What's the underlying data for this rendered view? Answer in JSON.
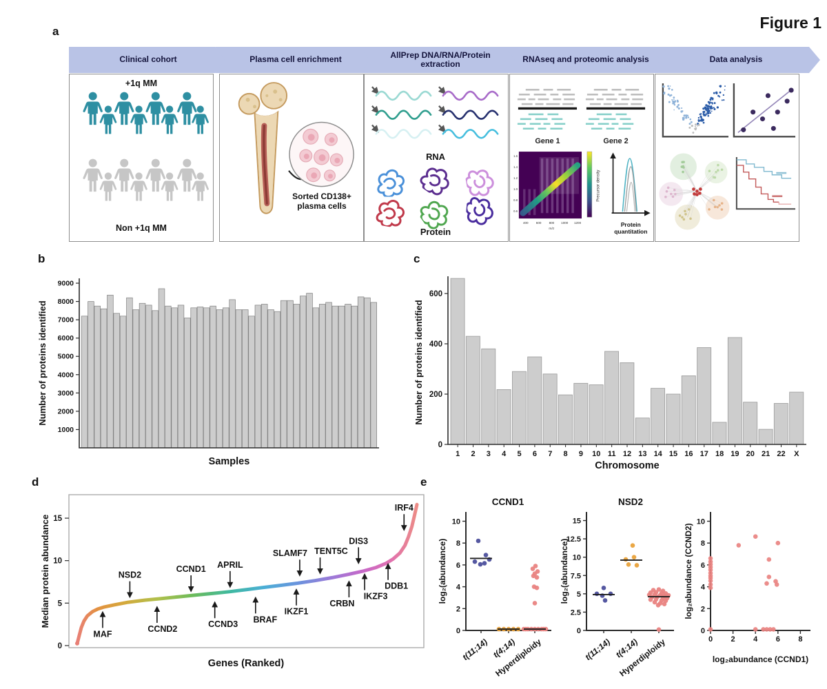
{
  "figure_label": "Figure 1",
  "panel_letters": {
    "a": "a",
    "b": "b",
    "c": "c",
    "d": "d",
    "e": "e"
  },
  "colors": {
    "header_bg": "#b9c3e6",
    "header_text": "#14143c",
    "cohort_teal": "#2e8fa2",
    "cohort_gray": "#c6c6c6",
    "bar_fill": "#cdcdcd",
    "bar_stroke": "#7f7f7f",
    "axis": "#2b2b2b",
    "strip_blue": "#4c4f9c",
    "strip_orange": "#e9a23b",
    "strip_salmon": "#e98381"
  },
  "workflow": {
    "steps": [
      {
        "label": "Clinical cohort"
      },
      {
        "label": "Plasma cell enrichment"
      },
      {
        "label": "AllPrep DNA/RNA/Protein extraction"
      },
      {
        "label": "RNAseq and proteomic analysis"
      },
      {
        "label": "Data analysis"
      }
    ],
    "cohort": {
      "group1_label": "+1q MM",
      "group2_label": "Non +1q MM"
    },
    "enrichment": {
      "caption": "Sorted CD138+ plasma cells"
    },
    "extraction": {
      "rna_label": "RNA",
      "protein_label": "Protein"
    },
    "rnaseq": {
      "gene1_label": "Gene 1",
      "gene2_label": "Gene 2",
      "heatmap_xticks": [
        "400",
        "600",
        "800",
        "1000",
        "1200"
      ],
      "heatmap_yticks": [
        "1.6",
        "1.4",
        "1.2",
        "1.0",
        "0.8",
        "0.6"
      ],
      "heatmap_xlabel": "m/z",
      "density_ylabel": "Precursor density",
      "density_xlabel": "Protein quantitation"
    }
  },
  "chart_data": [
    {
      "id": "panel_b",
      "type": "bar",
      "xlabel": "Samples",
      "ylabel": "Number of proteins identified",
      "yticks": [
        1000,
        2000,
        3000,
        4000,
        5000,
        6000,
        7000,
        8000,
        9000
      ],
      "ylim": [
        0,
        9400
      ],
      "values": [
        7200,
        8000,
        7750,
        7600,
        8350,
        7350,
        7200,
        8200,
        7550,
        7900,
        7800,
        7500,
        8700,
        7750,
        7650,
        7800,
        7100,
        7650,
        7700,
        7650,
        7750,
        7550,
        7650,
        8100,
        7550,
        7550,
        7200,
        7800,
        7850,
        7550,
        7450,
        8050,
        8050,
        7850,
        8300,
        8450,
        7650,
        7850,
        7950,
        7750,
        7750,
        7850,
        7750,
        8250,
        8200,
        7950
      ]
    },
    {
      "id": "panel_c",
      "type": "bar",
      "xlabel": "Chromosome",
      "ylabel": "Number of proteins identified",
      "yticks": [
        0,
        200,
        400,
        600
      ],
      "ylim": [
        0,
        680
      ],
      "categories": [
        "1",
        "2",
        "3",
        "4",
        "5",
        "6",
        "7",
        "8",
        "9",
        "10",
        "11",
        "12",
        "13",
        "14",
        "15",
        "16",
        "17",
        "18",
        "19",
        "20",
        "21",
        "22",
        "X"
      ],
      "values": [
        660,
        430,
        380,
        218,
        290,
        348,
        280,
        197,
        243,
        237,
        370,
        325,
        105,
        223,
        200,
        273,
        385,
        88,
        425,
        168,
        60,
        163,
        208
      ]
    },
    {
      "id": "panel_d",
      "type": "line",
      "xlabel": "Genes (Ranked)",
      "ylabel": "Median protein abundance",
      "yticks": [
        0,
        5,
        10,
        15
      ],
      "ylim": [
        0,
        17
      ],
      "curve": [
        [
          0,
          0.25
        ],
        [
          0.006,
          1.2
        ],
        [
          0.012,
          2.1
        ],
        [
          0.02,
          2.9
        ],
        [
          0.03,
          3.5
        ],
        [
          0.045,
          4.0
        ],
        [
          0.06,
          4.3
        ],
        [
          0.08,
          4.55
        ],
        [
          0.11,
          4.8
        ],
        [
          0.15,
          5.1
        ],
        [
          0.2,
          5.35
        ],
        [
          0.25,
          5.55
        ],
        [
          0.3,
          5.75
        ],
        [
          0.35,
          5.95
        ],
        [
          0.4,
          6.15
        ],
        [
          0.45,
          6.35
        ],
        [
          0.5,
          6.6
        ],
        [
          0.55,
          6.85
        ],
        [
          0.6,
          7.1
        ],
        [
          0.65,
          7.35
        ],
        [
          0.7,
          7.65
        ],
        [
          0.75,
          8.0
        ],
        [
          0.8,
          8.4
        ],
        [
          0.84,
          8.75
        ],
        [
          0.88,
          9.2
        ],
        [
          0.91,
          9.7
        ],
        [
          0.93,
          10.2
        ],
        [
          0.95,
          10.9
        ],
        [
          0.965,
          11.8
        ],
        [
          0.975,
          12.8
        ],
        [
          0.985,
          14.0
        ],
        [
          0.992,
          15.2
        ],
        [
          1,
          16.6
        ]
      ],
      "gradient_stops": [
        [
          0,
          "#e88077"
        ],
        [
          0.06,
          "#e39140"
        ],
        [
          0.14,
          "#d4a93c"
        ],
        [
          0.24,
          "#afc04b"
        ],
        [
          0.34,
          "#6cbb5a"
        ],
        [
          0.45,
          "#3fb9a0"
        ],
        [
          0.55,
          "#4baed6"
        ],
        [
          0.65,
          "#6a93dd"
        ],
        [
          0.75,
          "#9c79d8"
        ],
        [
          0.84,
          "#c668c8"
        ],
        [
          0.92,
          "#e070b0"
        ],
        [
          1,
          "#ec8c86"
        ]
      ],
      "annotations": [
        {
          "gene": "MAF",
          "x": 0.075,
          "y": 4.35,
          "side": "below",
          "dx": 0
        },
        {
          "gene": "NSD2",
          "x": 0.155,
          "y": 5.3,
          "side": "above",
          "dx": 0
        },
        {
          "gene": "CCND2",
          "x": 0.235,
          "y": 4.95,
          "side": "below",
          "dx": 8
        },
        {
          "gene": "CCND1",
          "x": 0.335,
          "y": 6.0,
          "side": "above",
          "dx": 0
        },
        {
          "gene": "CCND3",
          "x": 0.405,
          "y": 5.5,
          "side": "below",
          "dx": 12
        },
        {
          "gene": "APRIL",
          "x": 0.45,
          "y": 6.5,
          "side": "above",
          "dx": 0
        },
        {
          "gene": "BRAF",
          "x": 0.525,
          "y": 6.05,
          "side": "below",
          "dx": 14
        },
        {
          "gene": "IKZF1",
          "x": 0.645,
          "y": 7.0,
          "side": "below",
          "dx": 0
        },
        {
          "gene": "SLAMF7",
          "x": 0.655,
          "y": 7.85,
          "side": "above",
          "dx": -14
        },
        {
          "gene": "TENT5C",
          "x": 0.715,
          "y": 8.1,
          "side": "above",
          "dx": 16
        },
        {
          "gene": "CRBN",
          "x": 0.8,
          "y": 7.95,
          "side": "below",
          "dx": -10
        },
        {
          "gene": "DIS3",
          "x": 0.828,
          "y": 9.3,
          "side": "above",
          "dx": 0
        },
        {
          "gene": "IKZF3",
          "x": 0.846,
          "y": 8.8,
          "side": "below",
          "dx": 16
        },
        {
          "gene": "DDB1",
          "x": 0.915,
          "y": 10.0,
          "side": "below",
          "dx": 12
        },
        {
          "gene": "IRF4",
          "x": 0.962,
          "y": 13.2,
          "side": "above",
          "dx": 0
        }
      ]
    },
    {
      "id": "panel_e",
      "type": "strip-scatter",
      "plots": [
        {
          "type": "strip",
          "title": "CCND1",
          "ylabel": "log₂(abundance)",
          "yticks": [
            0,
            2,
            4,
            6,
            8,
            10
          ],
          "ylim": [
            0,
            10.6
          ],
          "groups": [
            {
              "label": "t(11;14)",
              "color_key": "strip_blue",
              "median": 6.6,
              "points": [
                [
                  -4,
                  8.2
                ],
                [
                  7,
                  6.9
                ],
                [
                  12,
                  6.5
                ],
                [
                  -9,
                  6.3
                ],
                [
                  -1,
                  6.05
                ],
                [
                  5,
                  6.15
                ]
              ]
            },
            {
              "label": "t(4;14)",
              "color_key": "strip_orange",
              "median": 0.12,
              "points": [
                [
                  -14,
                  0.12
                ],
                [
                  -7,
                  0.12
                ],
                [
                  0,
                  0.12
                ],
                [
                  7,
                  0.12
                ],
                [
                  14,
                  0.12
                ]
              ]
            },
            {
              "label": "Hyperdiploidy",
              "color_key": "strip_salmon",
              "median": 0.12,
              "points": [
                [
                  1,
                  5.9
                ],
                [
                  -3,
                  5.65
                ],
                [
                  4,
                  5.4
                ],
                [
                  0,
                  5.2
                ],
                [
                  -2,
                  5.0
                ],
                [
                  3,
                  4.85
                ],
                [
                  -1,
                  4.0
                ],
                [
                  3,
                  3.9
                ],
                [
                  0,
                  2.5
                ],
                [
                  -16,
                  0.12
                ],
                [
                  -10,
                  0.12
                ],
                [
                  -5,
                  0.12
                ],
                [
                  0,
                  0.12
                ],
                [
                  5,
                  0.12
                ],
                [
                  10,
                  0.12
                ],
                [
                  16,
                  0.12
                ],
                [
                  -13,
                  0.12
                ],
                [
                  13,
                  0.12
                ]
              ]
            }
          ]
        },
        {
          "type": "strip",
          "title": "NSD2",
          "ylabel": "log₂(abundance)",
          "yticks": [
            0,
            2.5,
            5,
            7.5,
            10,
            12.5,
            15
          ],
          "ylim": [
            0,
            15.8
          ],
          "groups": [
            {
              "label": "t(11;14)",
              "color_key": "strip_blue",
              "median": 4.9,
              "points": [
                [
                  0,
                  5.8
                ],
                [
                  -10,
                  5.0
                ],
                [
                  10,
                  5.0
                ],
                [
                  -2,
                  4.75
                ],
                [
                  2,
                  4.1
                ]
              ]
            },
            {
              "label": "t(4;14)",
              "color_key": "strip_orange",
              "median": 9.6,
              "points": [
                [
                  2,
                  11.6
                ],
                [
                  4,
                  10.0
                ],
                [
                  -8,
                  9.7
                ],
                [
                  -4,
                  9.0
                ],
                [
                  8,
                  8.9
                ]
              ]
            },
            {
              "label": "Hyperdiploidy",
              "color_key": "strip_salmon",
              "median": 4.6,
              "points": [
                [
                  -8,
                  5.5
                ],
                [
                  0,
                  5.6
                ],
                [
                  6,
                  5.4
                ],
                [
                  -12,
                  5.15
                ],
                [
                  -4,
                  5.2
                ],
                [
                  4,
                  5.1
                ],
                [
                  10,
                  5.05
                ],
                [
                  -14,
                  4.85
                ],
                [
                  -6,
                  4.9
                ],
                [
                  2,
                  4.8
                ],
                [
                  8,
                  4.75
                ],
                [
                  14,
                  4.8
                ],
                [
                  -10,
                  4.55
                ],
                [
                  -2,
                  4.6
                ],
                [
                  6,
                  4.45
                ],
                [
                  12,
                  4.4
                ],
                [
                  -12,
                  4.2
                ],
                [
                  -4,
                  4.25
                ],
                [
                  4,
                  4.1
                ],
                [
                  10,
                  4.05
                ],
                [
                  -6,
                  3.85
                ],
                [
                  2,
                  3.7
                ],
                [
                  -1,
                  3.45
                ],
                [
                  8,
                  3.6
                ],
                [
                  0,
                  0.12
                ]
              ]
            }
          ]
        },
        {
          "type": "scatter",
          "ylabel": "log₂abundance (CCND2)",
          "xlabel": "log₂abundance (CCND1)",
          "yticks": [
            0,
            2,
            4,
            6,
            8,
            10
          ],
          "xticks": [
            0,
            2,
            4,
            6,
            8
          ],
          "xlim": [
            0,
            9
          ],
          "ylim": [
            0,
            10.6
          ],
          "points": [
            [
              0,
              6.6
            ],
            [
              0,
              6.3
            ],
            [
              0,
              6.05
            ],
            [
              0,
              5.8
            ],
            [
              0,
              5.55
            ],
            [
              0,
              5.25
            ],
            [
              0,
              5.0
            ],
            [
              0,
              4.8
            ],
            [
              0,
              4.55
            ],
            [
              0,
              4.2
            ],
            [
              0,
              3.9
            ],
            [
              0,
              0.1
            ],
            [
              2.5,
              7.8
            ],
            [
              4.0,
              8.6
            ],
            [
              6.0,
              8.0
            ],
            [
              5.2,
              6.5
            ],
            [
              5.2,
              4.9
            ],
            [
              5.0,
              4.3
            ],
            [
              5.8,
              4.5
            ],
            [
              5.9,
              4.2
            ],
            [
              4.0,
              0.1
            ],
            [
              4.7,
              0.1
            ],
            [
              5.0,
              0.1
            ],
            [
              5.3,
              0.1
            ],
            [
              5.6,
              0.1
            ]
          ]
        }
      ]
    }
  ]
}
